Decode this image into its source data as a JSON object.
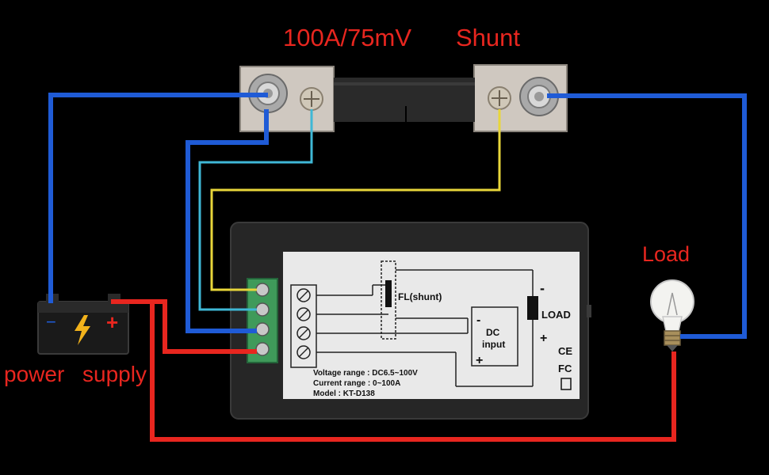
{
  "header": {
    "title_left": "100A/75mV",
    "title_right": "Shunt"
  },
  "load": {
    "label": "Load"
  },
  "power_supply": {
    "label_left": "power",
    "label_right": "supply"
  },
  "meter": {
    "shunt_label": "FL(shunt)",
    "load_label": "LOAD",
    "load_minus": "-",
    "load_plus": "+",
    "dc_label_line1": "DC",
    "dc_label_line2": "input",
    "dc_minus": "-",
    "dc_plus": "+",
    "spec_voltage": "Voltage range : DC6.5~100V",
    "spec_current": "Current range : 0~100A",
    "spec_model": "Model : KT-D138",
    "cert_ce": "CE",
    "cert_fc": "FC"
  },
  "colors": {
    "wire_blue": "#1f5bd6",
    "wire_red": "#e8261f",
    "wire_yellow": "#e8d63a",
    "wire_cyan": "#3fb8d6",
    "label_red": "#e8261f",
    "shunt_plate": "#cfc8c0",
    "meter_face": "#e9e9e9",
    "terminal_green": "#3f9a5a"
  },
  "icons": [
    "lightning-bolt-icon",
    "light-bulb-icon",
    "battery-icon",
    "screw-terminal-icon",
    "bolt-nut-icon"
  ]
}
